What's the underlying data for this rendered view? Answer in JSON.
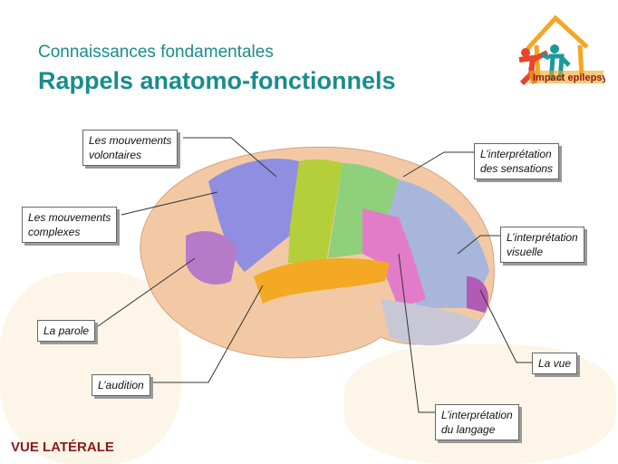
{
  "header": {
    "subtitle": "Connaissances fondamentales",
    "title": "Rappels anatomo-fonctionnels"
  },
  "logo": {
    "text": "Impact epilepsy"
  },
  "labels": {
    "mouvements_volontaires": [
      "Les mouvements",
      "volontaires"
    ],
    "mouvements_complexes": [
      "Les mouvements",
      "complexes"
    ],
    "parole": "La parole",
    "audition": "L’audition",
    "sensations": [
      "L’interprétation",
      "des sensations"
    ],
    "visuelle": [
      "L’interprétation",
      "visuelle"
    ],
    "vue": "La vue",
    "langage": [
      "L’interprétation",
      "du langage"
    ]
  },
  "footer": "VUE LATÉRALE"
}
